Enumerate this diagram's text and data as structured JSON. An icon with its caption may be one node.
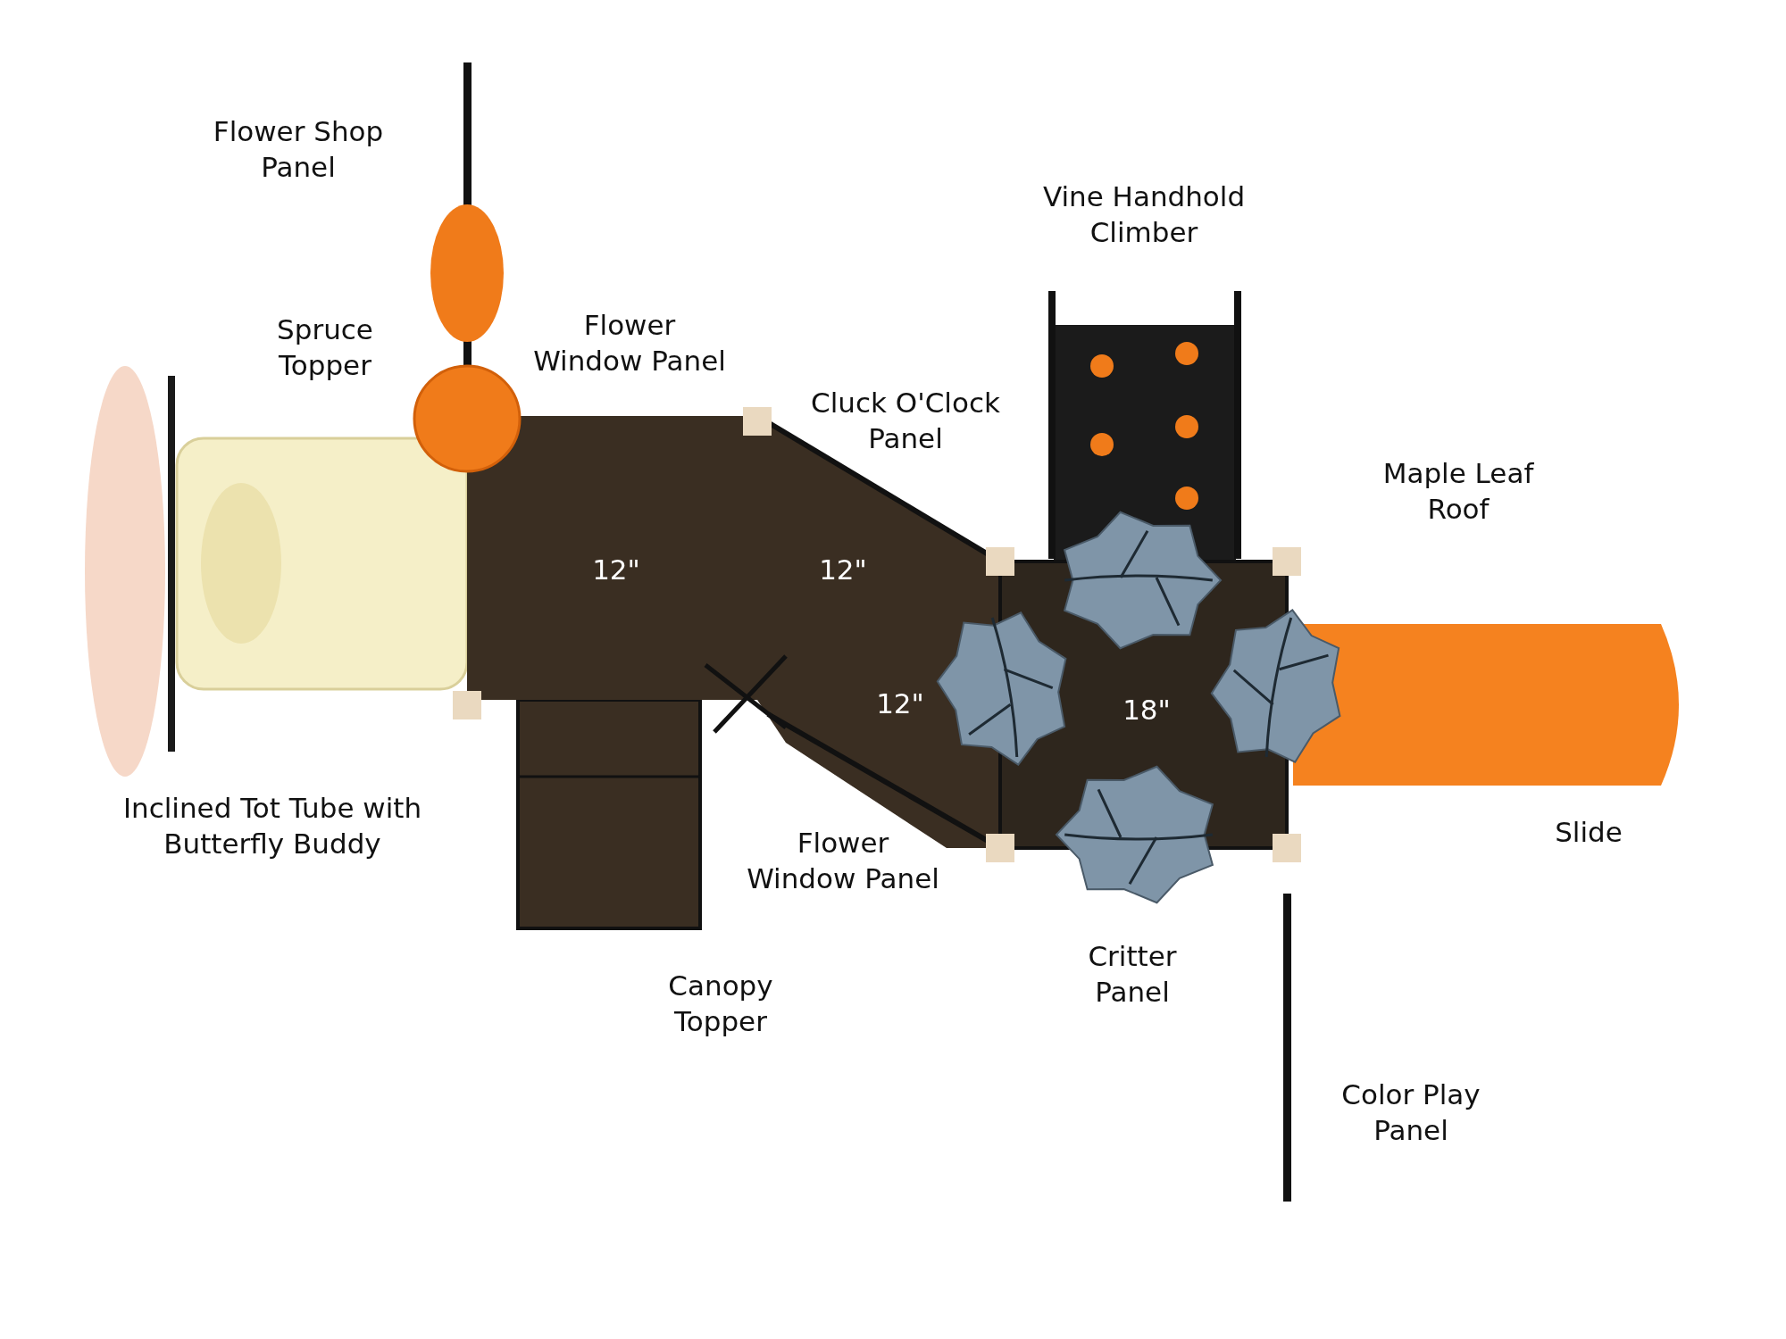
{
  "diagram": {
    "labels": [
      "Flower Shop Panel",
      "Vine Handhold Climber",
      "Spruce Topper",
      "Flower Window Panel",
      "Cluck O'Clock Panel",
      "Maple Leaf Roof",
      "12\"",
      "12\"",
      "12\"",
      "18\"",
      "Inclined Tot Tube with Butterfly Buddy",
      "Slide",
      "Flower Window Panel",
      "Critter Panel",
      "Canopy Topper",
      "Color Play Panel"
    ]
  }
}
